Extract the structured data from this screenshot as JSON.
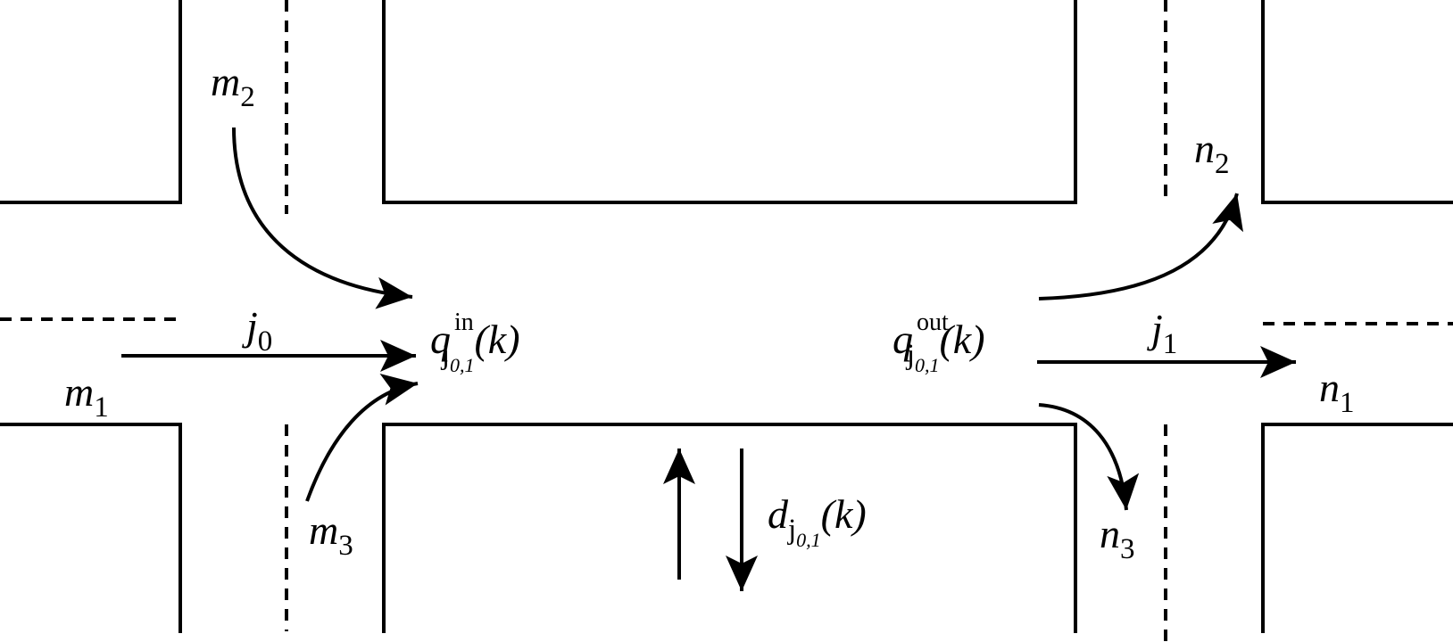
{
  "diagram": {
    "labels": {
      "m1": {
        "base": "m",
        "sub": "1"
      },
      "m2": {
        "base": "m",
        "sub": "2"
      },
      "m3": {
        "base": "m",
        "sub": "3"
      },
      "n1": {
        "base": "n",
        "sub": "1"
      },
      "n2": {
        "base": "n",
        "sub": "2"
      },
      "n3": {
        "base": "n",
        "sub": "3"
      },
      "j0": {
        "base": "j",
        "sub": "0"
      },
      "j1": {
        "base": "j",
        "sub": "1"
      },
      "q_in": {
        "base": "q",
        "sup": "in",
        "sub_base": "j",
        "sub_sub": "0,1",
        "arg": "(k)"
      },
      "q_out": {
        "base": "q",
        "sup": "out",
        "sub_base": "j",
        "sub_sub": "0,1",
        "arg": "(k)"
      },
      "d": {
        "base": "d",
        "sub_base": "j",
        "sub_sub": "0,1",
        "arg": "(k)"
      }
    }
  }
}
